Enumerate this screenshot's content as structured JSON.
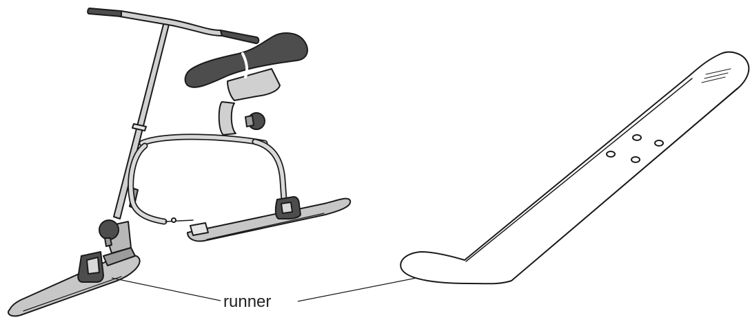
{
  "labels": {
    "runner": "runner"
  },
  "colors": {
    "outline": "#1a1a1a",
    "dark_fill": "#4d4d4d",
    "mid_fill": "#b3b3b3",
    "light_fill": "#d9d9d9",
    "background": "#ffffff"
  },
  "objects": {
    "left": "ski-scooter",
    "right": "single-runner"
  }
}
